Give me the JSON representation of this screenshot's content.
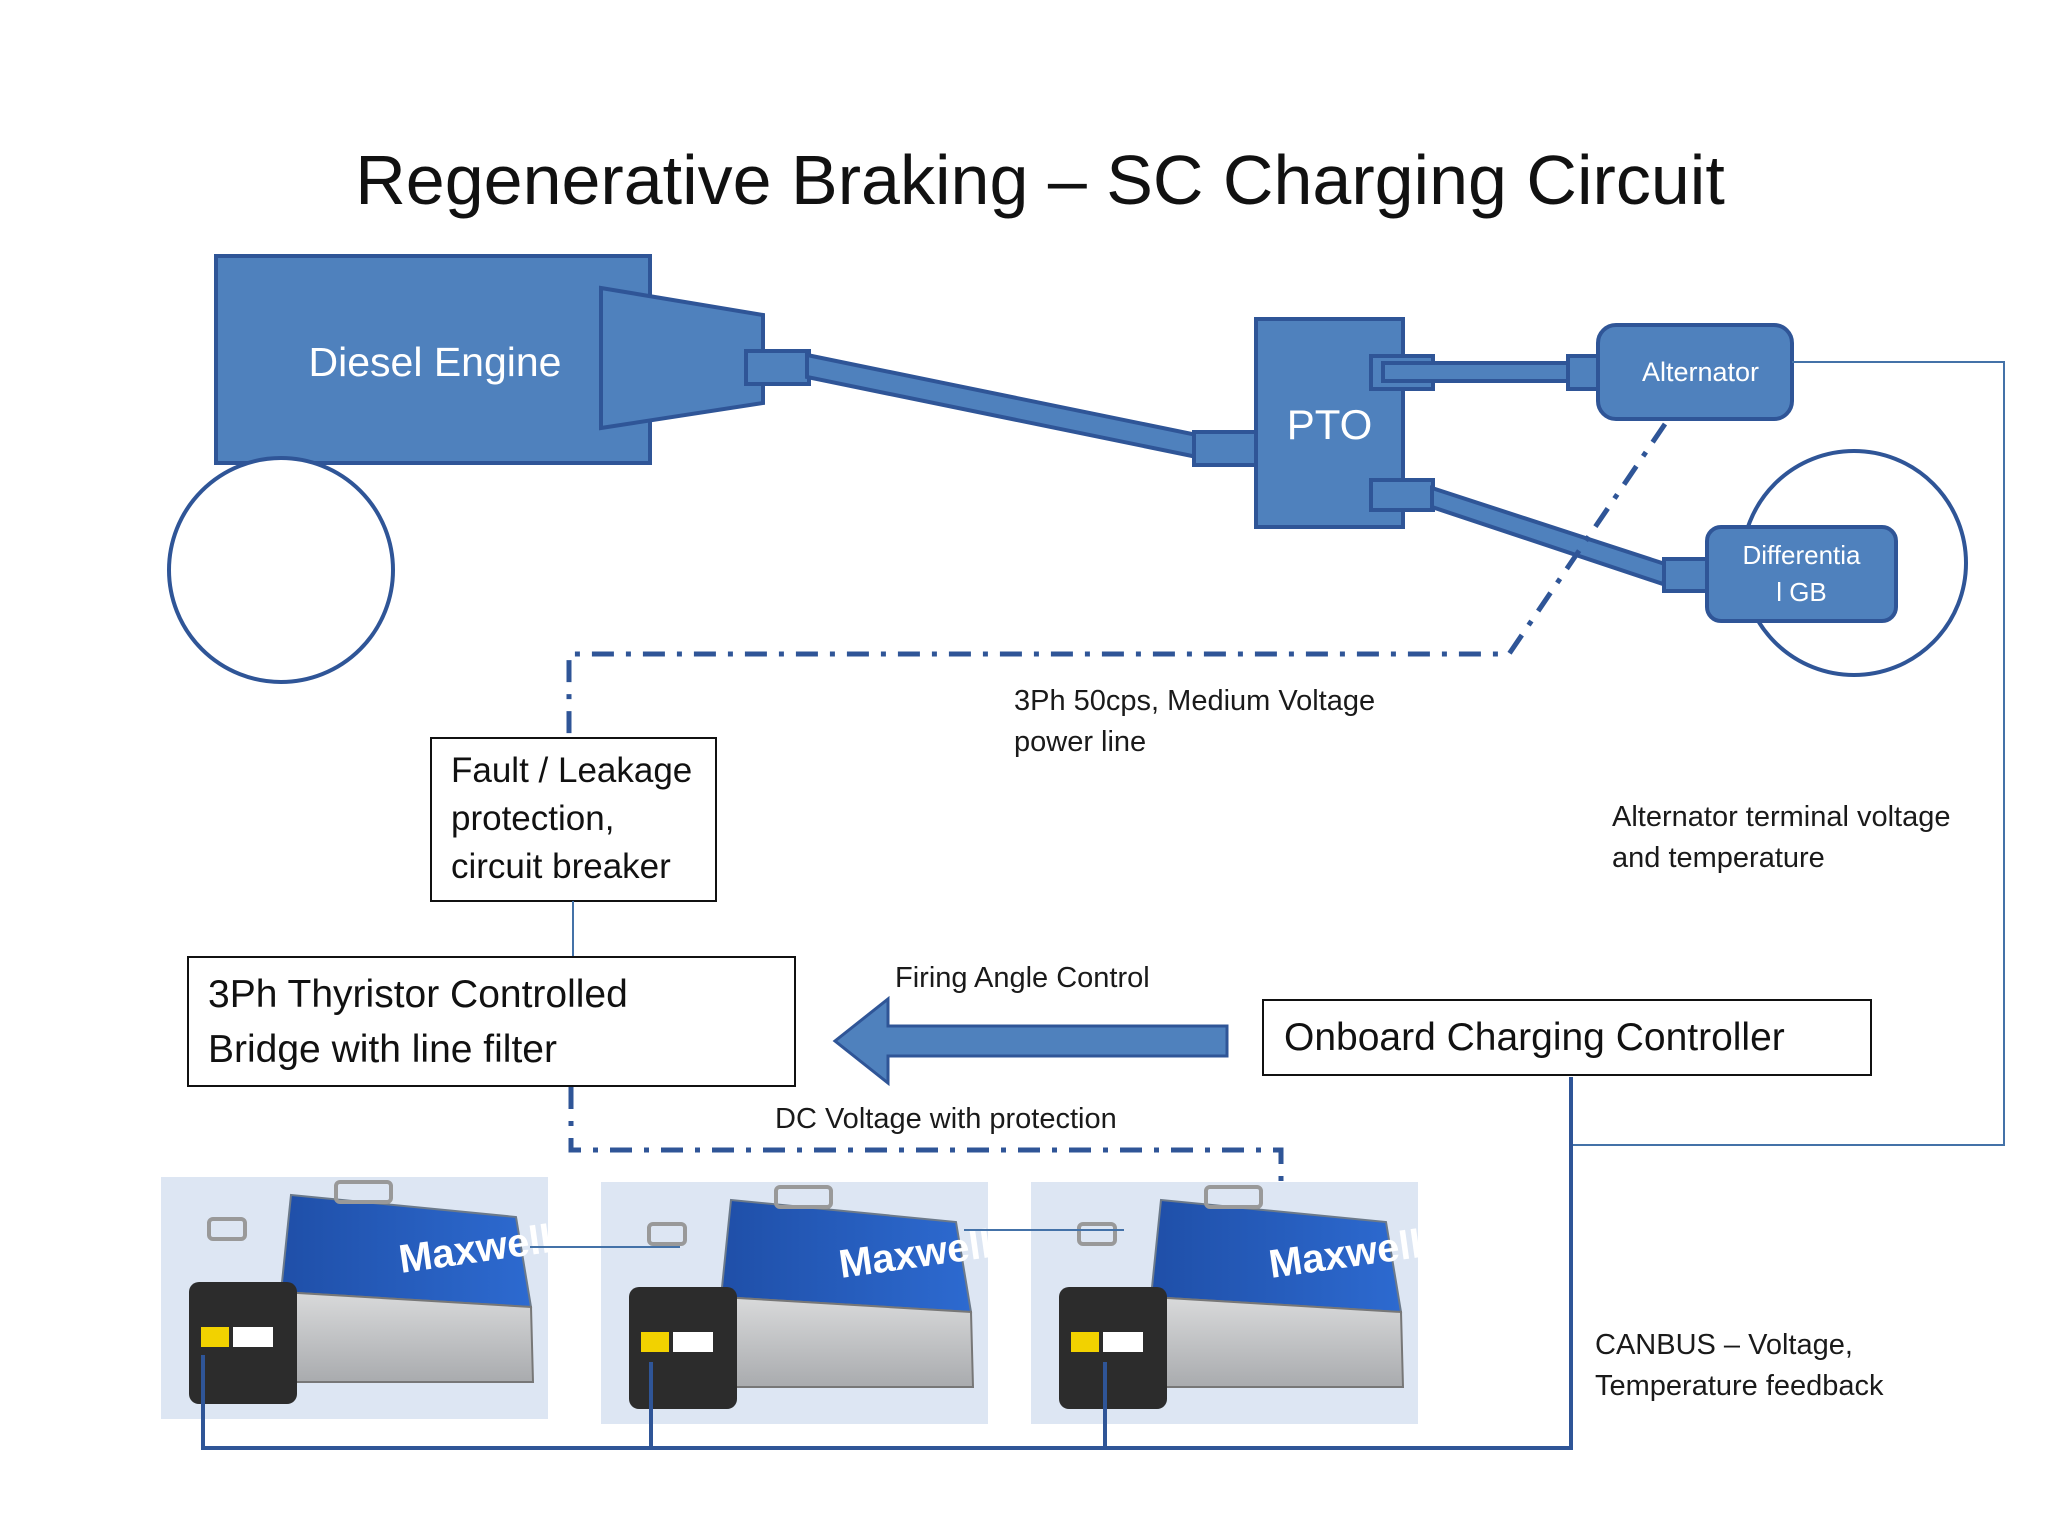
{
  "title": "Regenerative Braking – SC Charging Circuit",
  "colors": {
    "component_fill": "#4f81bd",
    "component_stroke": "#2f5597",
    "wire": "#4472a8",
    "text": "#111111"
  },
  "components": {
    "diesel_engine": "Diesel Engine",
    "pto": "PTO",
    "alternator": "Alternator",
    "differential_gb": {
      "line1": "Differentia",
      "line2": "l GB"
    },
    "fault_protection": {
      "line1": "Fault / Leakage",
      "line2": "protection,",
      "line3": "circuit breaker"
    },
    "thyristor_bridge": {
      "line1": "3Ph Thyristor Controlled",
      "line2": "Bridge with line filter"
    },
    "charging_controller": "Onboard Charging Controller"
  },
  "labels": {
    "power_line": {
      "line1": "3Ph 50cps, Medium Voltage",
      "line2": "power line"
    },
    "alternator_feedback": {
      "line1": "Alternator terminal voltage",
      "line2": "and temperature"
    },
    "firing_angle": "Firing Angle Control",
    "dc_voltage": "DC Voltage with protection",
    "canbus": {
      "line1": "CANBUS – Voltage,",
      "line2": "Temperature feedback"
    }
  },
  "supercapacitor_modules": {
    "count": 3,
    "brand": "Maxwell"
  }
}
